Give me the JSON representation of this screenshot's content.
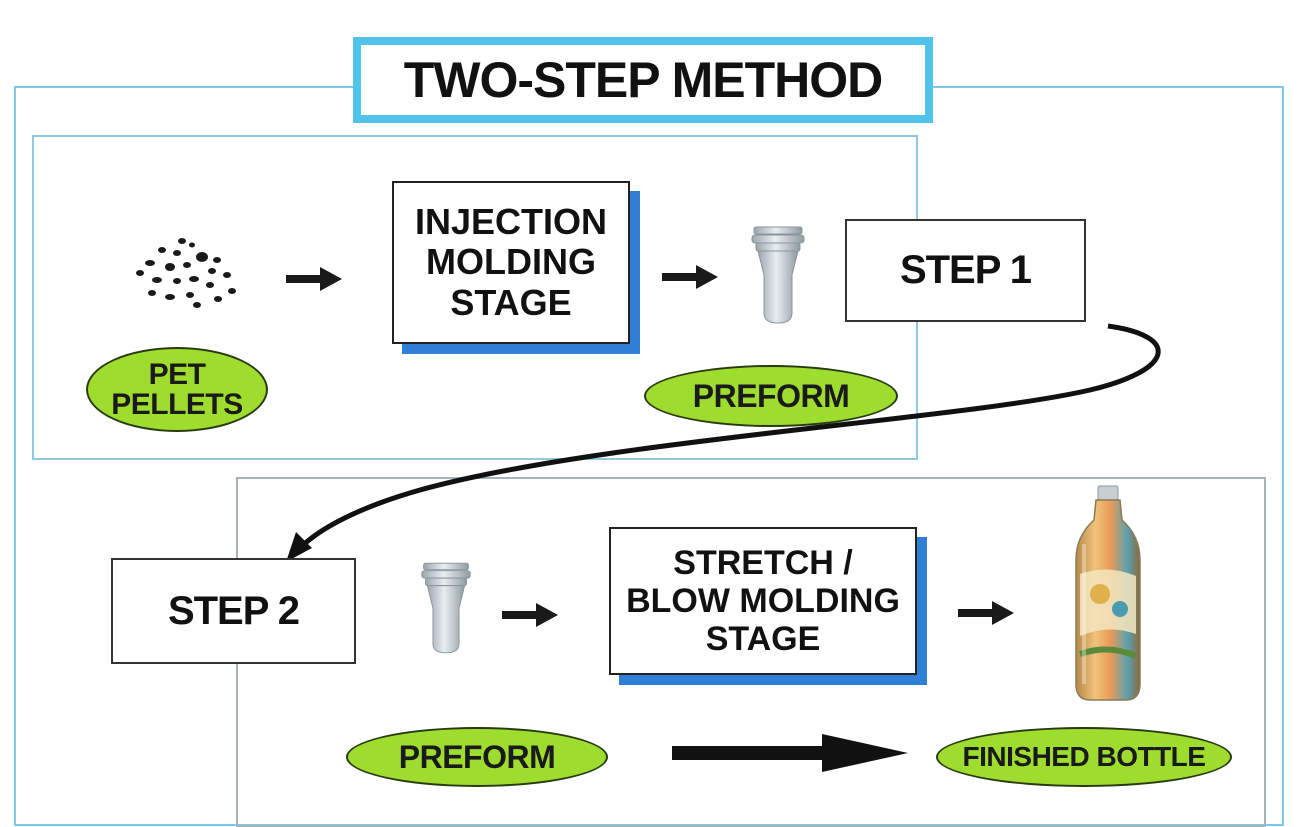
{
  "title": "TWO-STEP METHOD",
  "step1": {
    "label": "STEP 1",
    "pellets_label": "PET PELLETS",
    "stage_label": "INJECTION MOLDING STAGE",
    "preform_label": "PREFORM"
  },
  "step2": {
    "label": "STEP 2",
    "stage_label": "STRETCH / BLOW MOLDING STAGE",
    "preform_label": "PREFORM",
    "finished_label": "FINISHED BOTTLE"
  },
  "colors": {
    "title_border": "#4fc3ea",
    "oval_fill": "#9edc2e",
    "stage_shadow": "#2f7fd6"
  }
}
